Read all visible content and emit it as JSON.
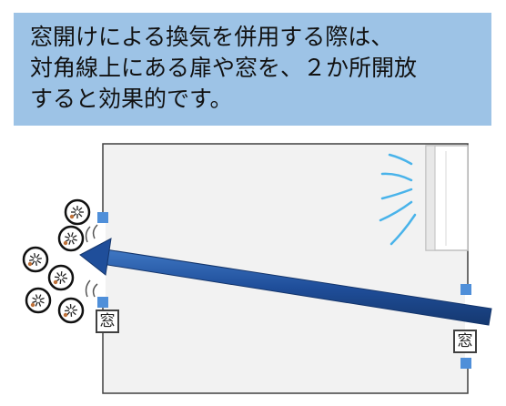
{
  "banner": {
    "lines": [
      "窓開けによる換気を併用する際は、",
      "対角線上にある扉や窓を、２か所開放",
      "すると効果的です。"
    ]
  },
  "labels": {
    "window_left": "窓",
    "window_right": "窓"
  },
  "colors": {
    "banner_bg": "#9dc3e6",
    "room_fill": "#f2f2f2",
    "room_border": "#404040",
    "arrow": "#1f4e9a",
    "opening_marker": "#4f8fd9",
    "air_lines": "#49b3ea"
  },
  "icons": [
    "air-conditioner-icon",
    "virus-particle-icon",
    "airflow-arrow-icon",
    "window-opening-icon"
  ]
}
